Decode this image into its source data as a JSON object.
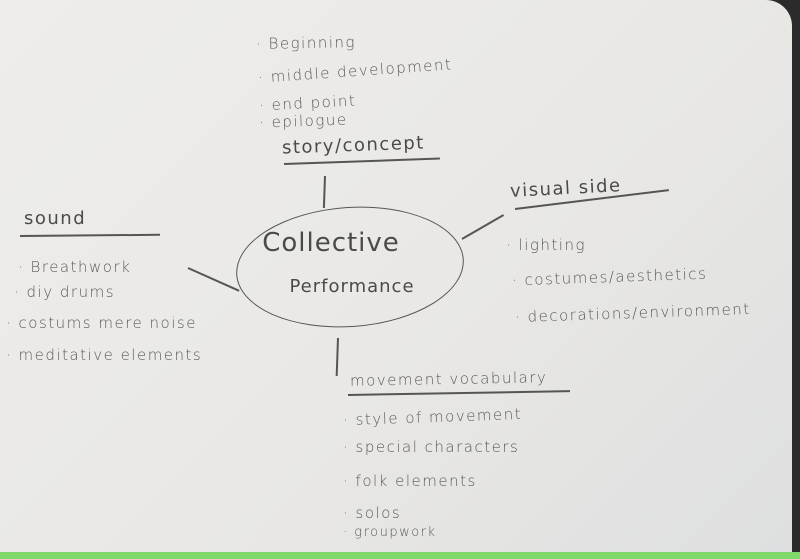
{
  "center": {
    "line1": "Collective",
    "line2": "Performance"
  },
  "branches": {
    "story": {
      "title": "story/concept",
      "items": [
        "Beginning",
        "middle development",
        "end point",
        "epilogue"
      ]
    },
    "sound": {
      "title": "sound",
      "items": [
        "Breathwork",
        "diy drums",
        "costums mere noise",
        "meditative elements"
      ]
    },
    "visual": {
      "title": "visual side",
      "items": [
        "lighting",
        "costumes/aesthetics",
        "decorations/environment"
      ]
    },
    "movement": {
      "title": "movement vocabulary",
      "items": [
        "style of movement",
        "special characters",
        "folk elements",
        "solos",
        "groupwork"
      ]
    }
  },
  "colors": {
    "paper": "#eeedea",
    "ink": "#555555",
    "background": "#2b2b2b",
    "strip": "#7fd86a"
  }
}
